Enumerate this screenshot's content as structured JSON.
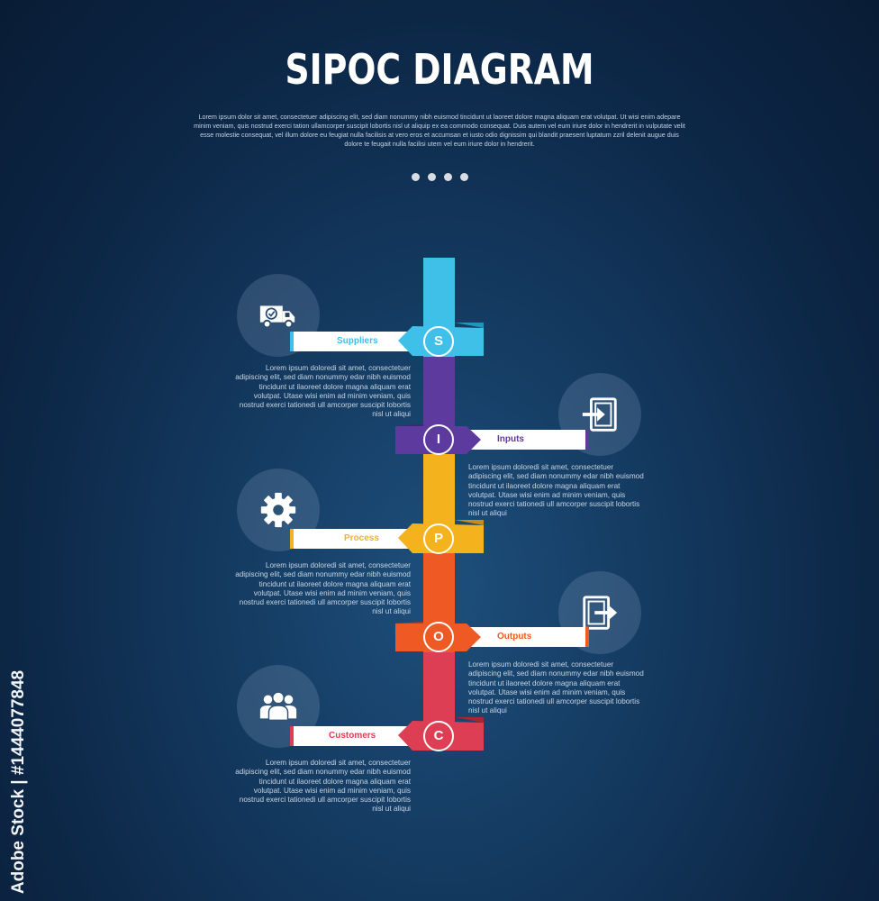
{
  "title": "SIPOC DIAGRAM",
  "intro": "Lorem ipsum dolor sit amet, consectetuer adipiscing elit, sed diam nonummy nibh euismod tincidunt ut laoreet dolore magna aliquam erat volutpat. Ut wisi enim adepare minim veniam, quis nostrud exerci tation ullamcorper suscipit lobortis nisl ut aliquip ex ea commodo consequat. Duis autem vel eum iriure dolor in hendrerit in vulputate velit esse molestie consequat, vel illum dolore eu feugiat nulla facilisis at vero eros et accumsan et iusto odio dignissim qui blandit praesent luptatum zzril delenit augue duis dolore te feugait nulla facilisi utem vel eum iriure dolor in hendrerit.",
  "steps": [
    {
      "letter": "S",
      "label": "Suppliers",
      "color": "#3fc0e9",
      "icon": "delivery-truck-icon",
      "side": "left",
      "desc": "Lorem ipsum doloredi sit amet, consectetuer adipiscing elit, sed diam nonummy edar nibh euismod tincidunt ut ilaoreet dolore magna aliquam erat volutpat. Utase wisi enim ad minim veniam, quis nostrud exerci tationedi ull amcorper suscipit lobortis nisl ut aliqui"
    },
    {
      "letter": "I",
      "label": "Inputs",
      "color": "#5d3a9e",
      "icon": "input-arrow-icon",
      "side": "right",
      "desc": "Lorem ipsum doloredi sit amet, consectetuer adipiscing elit, sed diam nonummy edar nibh euismod tincidunt ut ilaoreet dolore magna aliquam erat volutpat. Utase wisi enim ad minim veniam, quis nostrud exerci tationedi ull amcorper suscipit lobortis nisl ut aliqui"
    },
    {
      "letter": "P",
      "label": "Process",
      "color": "#f4b31d",
      "icon": "gear-icon",
      "side": "left",
      "desc": "Lorem ipsum doloredi sit amet, consectetuer adipiscing elit, sed diam nonummy edar nibh euismod tincidunt ut ilaoreet dolore magna aliquam erat volutpat. Utase wisi enim ad minim veniam, quis nostrud exerci tationedi ull amcorper suscipit lobortis nisl ut aliqui"
    },
    {
      "letter": "O",
      "label": "Outputs",
      "color": "#ef5a24",
      "icon": "output-arrow-icon",
      "side": "right",
      "desc": "Lorem ipsum doloredi sit amet, consectetuer adipiscing elit, sed diam nonummy edar nibh euismod tincidunt ut ilaoreet dolore magna aliquam erat volutpat. Utase wisi enim ad minim veniam, quis nostrud exerci tationedi ull amcorper suscipit lobortis nisl ut aliqui"
    },
    {
      "letter": "C",
      "label": "Customers",
      "color": "#dd3e53",
      "icon": "people-group-icon",
      "side": "left",
      "desc": "Lorem ipsum doloredi sit amet, consectetuer adipiscing elit, sed diam nonummy edar nibh euismod tincidunt ut ilaoreet dolore magna aliquam erat volutpat. Utase wisi enim ad minim veniam, quis nostrud exerci tationedi ull amcorper suscipit lobortis nisl ut aliqui"
    }
  ],
  "watermark": "Adobe Stock | #1444077848"
}
